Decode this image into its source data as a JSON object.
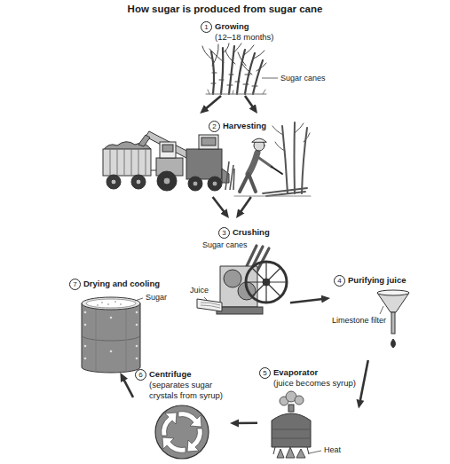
{
  "diagram": {
    "title": "How sugar is produced from sugar cane",
    "nodes": [
      {
        "text": [
          "1",
          "Growing",
          "(12–18 months)"
        ]
      },
      {
        "text": [
          "2",
          "Harvesting"
        ]
      },
      {
        "text": [
          "3",
          "Crushing"
        ]
      },
      {
        "text": [
          "4",
          "Purifying juice"
        ]
      },
      {
        "text": [
          "5",
          "Evaporator",
          "(juice becomes syrup)"
        ]
      },
      {
        "text": [
          "6",
          "Centrifuge",
          "(separates sugar crystals from syrup)"
        ]
      },
      {
        "text": [
          "7",
          "Drying and cooling"
        ]
      }
    ],
    "edges": [
      {
        "from": 0,
        "to": 1,
        "arrow": "to"
      },
      {
        "from": 0,
        "to": 1,
        "arrow": "to"
      },
      {
        "from": 1,
        "to": 2,
        "arrow": "to"
      },
      {
        "from": 1,
        "to": 2,
        "arrow": "to"
      },
      {
        "from": 2,
        "to": 3,
        "arrow": "to"
      },
      {
        "from": 3,
        "to": 4,
        "arrow": "to"
      },
      {
        "from": 4,
        "to": 5,
        "arrow": "to"
      },
      {
        "from": 5,
        "to": 6,
        "arrow": "to"
      }
    ],
    "labels": [
      "Sugar canes",
      "Sugar canes",
      "Juice",
      "Limestone filter",
      "Heat",
      "Sugar"
    ]
  }
}
